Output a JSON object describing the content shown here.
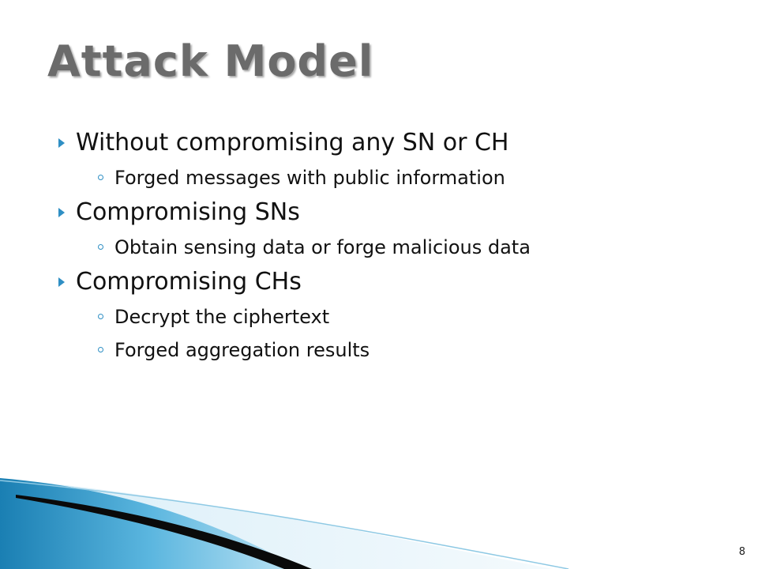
{
  "slide": {
    "title": "Attack Model",
    "page_number": "8",
    "bullets": [
      {
        "text": "Without compromising any SN or CH",
        "sub": [
          "Forged messages with public information"
        ]
      },
      {
        "text": "Compromising SNs",
        "sub": [
          "Obtain sensing data or forge malicious data"
        ]
      },
      {
        "text": "Compromising CHs",
        "sub": [
          "Decrypt the ciphertext",
          "Forged aggregation results"
        ]
      }
    ]
  },
  "colors": {
    "title": "#6b6b6b",
    "bullet_marker": "#2f8fc4",
    "decor_blue_light": "#7cc5e6",
    "decor_blue_dark": "#1a7fb3",
    "decor_black": "#0a0a0a"
  }
}
